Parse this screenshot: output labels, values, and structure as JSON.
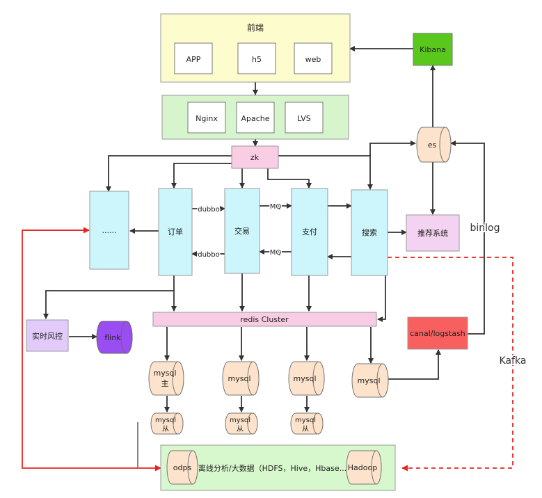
{
  "frontend": {
    "title": "前端",
    "items": [
      "APP",
      "h5",
      "web"
    ]
  },
  "proxy": {
    "items": [
      "Nginx",
      "Apache",
      "LVS"
    ]
  },
  "services": {
    "zk": "zk",
    "more": "......",
    "order": "订单",
    "trade": "交易",
    "payment": "支付",
    "search": "搜索",
    "recommend": "推荐系统",
    "es": "es",
    "kibana": "Kibana",
    "risk": "实时风控",
    "flink": "flink",
    "redis": "redis Cluster",
    "canal": "canal/logstash"
  },
  "edges": {
    "dubbo_top": "dubbo",
    "dubbo_bottom": "dubbo",
    "mq_top": "MQ",
    "mq_bottom": "MQ",
    "binlog": "binlog",
    "kafka": "Kafka"
  },
  "databases": {
    "mysql_master": [
      "mysql",
      "主"
    ],
    "mysql_2": "mysql",
    "mysql_3": "mysql",
    "mysql_4": "mysql",
    "mysql_slave_1": [
      "mysql",
      "从"
    ],
    "mysql_slave_2": [
      "mysql",
      "从"
    ],
    "mysql_slave_3": [
      "mysql",
      "从"
    ]
  },
  "offline": {
    "odps": "odps",
    "label": "离线分析/大数据（HDFS，Hive，Hbase...）",
    "hadoop": "Hadoop"
  },
  "colors": {
    "frontend": "#fdfccc",
    "proxy": "#d6f5cd",
    "zk": "#f9cde4",
    "service": "#ccf6fb",
    "recommend": "#f4d2f2",
    "kibana": "#5ac71c",
    "risk": "#e2cbfb",
    "flink": "#9a4ef2",
    "redis": "#f8cde3",
    "canal": "#f86060",
    "db": "#fde2cc",
    "offline": "#d7f7cc",
    "red": "#e8231f"
  }
}
